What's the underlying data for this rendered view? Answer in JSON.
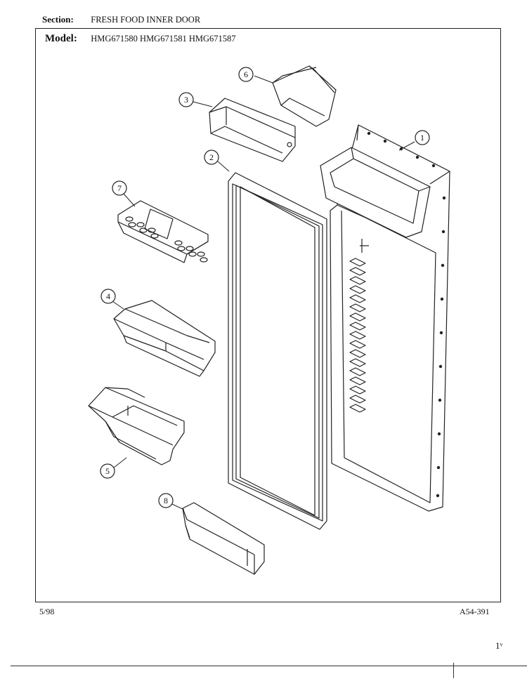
{
  "header": {
    "section_label": "Section:",
    "section_value": "FRESH FOOD INNER DOOR",
    "model_label": "Model:",
    "model_value": "HMG671580 HMG671581 HMG671587"
  },
  "footer": {
    "date": "5/98",
    "drawing_code": "A54-391",
    "page_mark": "1ᵛ"
  },
  "callouts": {
    "n1": "1",
    "n2": "2",
    "n3": "3",
    "n4": "4",
    "n5": "5",
    "n6": "6",
    "n7": "7",
    "n8": "8"
  }
}
